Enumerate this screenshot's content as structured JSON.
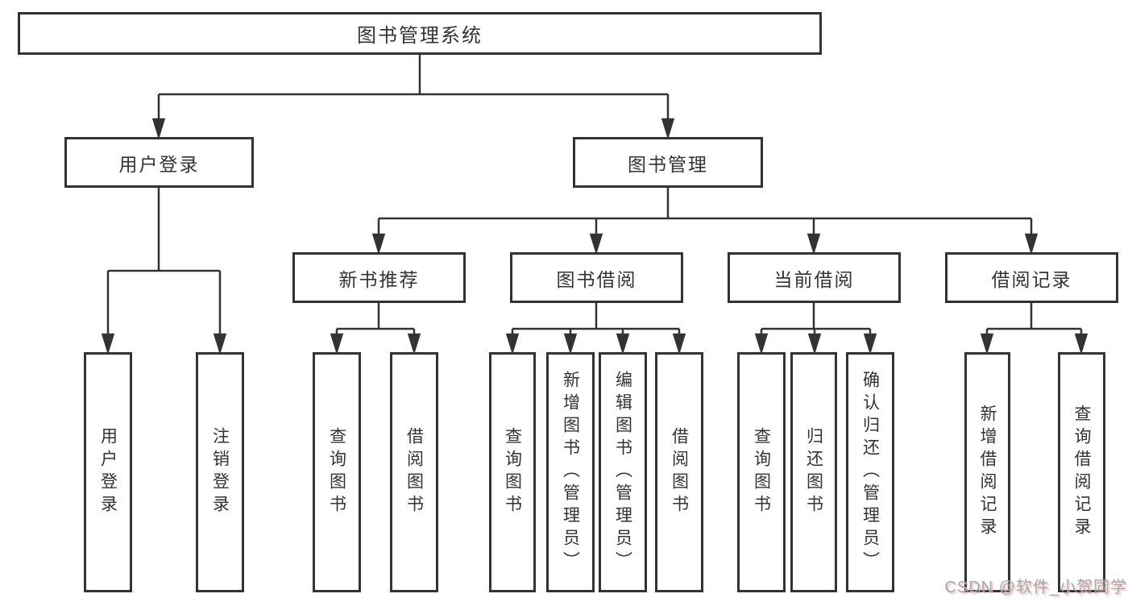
{
  "diagram": {
    "title": "图书管理系统",
    "level2": [
      {
        "label": "用户登录"
      },
      {
        "label": "图书管理"
      }
    ],
    "level3": [
      {
        "label": "新书推荐"
      },
      {
        "label": "图书借阅"
      },
      {
        "label": "当前借阅"
      },
      {
        "label": "借阅记录"
      }
    ],
    "leaves": {
      "user": [
        {
          "label": "用户登录"
        },
        {
          "label": "注销登录"
        }
      ],
      "recommend": [
        {
          "label": "查询图书"
        },
        {
          "label": "借阅图书"
        }
      ],
      "borrow": [
        {
          "label": "查询图书"
        },
        {
          "label": "新增图书（管理员）"
        },
        {
          "label": "编辑图书（管理员）"
        },
        {
          "label": "借阅图书"
        }
      ],
      "current": [
        {
          "label": "查询图书"
        },
        {
          "label": "归还图书"
        },
        {
          "label": "确认归还（管理员）"
        }
      ],
      "records": [
        {
          "label": "新增借阅记录"
        },
        {
          "label": "查询借阅记录"
        }
      ]
    },
    "colors": {
      "line": "#333333",
      "box_border": "#333333",
      "box_fill": "#ffffff",
      "text": "#333333"
    }
  },
  "watermark": {
    "text": "CSDN @软件_小贺同学",
    "color": "#a7a7a7",
    "accent": "#f6acb6"
  }
}
